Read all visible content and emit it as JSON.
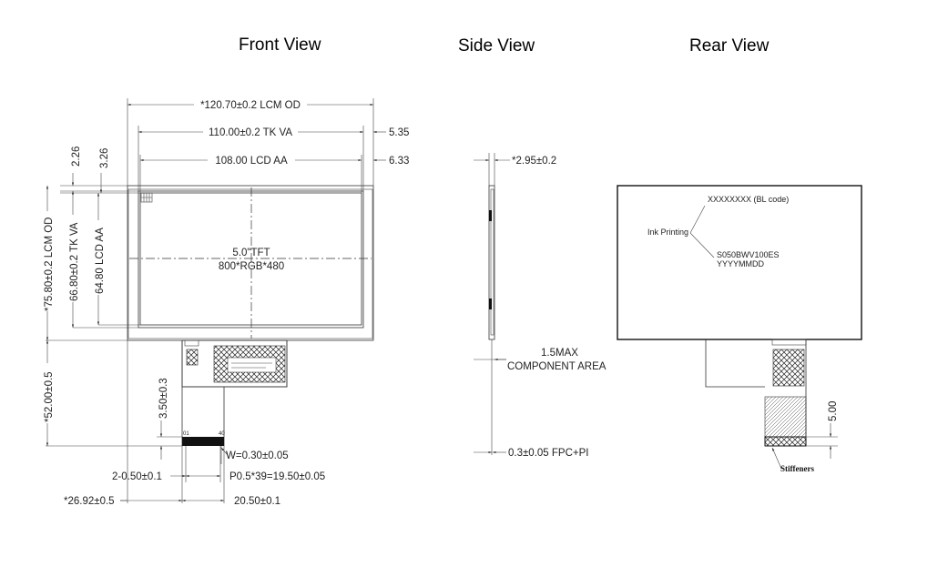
{
  "titles": {
    "front": "Front View",
    "side": "Side View",
    "rear": "Rear View"
  },
  "front": {
    "dim_lcm_od_w": "*120.70±0.2 LCM OD",
    "dim_tk_va_w": "110.00±0.2 TK VA",
    "dim_lcd_aa_w": "108.00 LCD AA",
    "dim_right_1": "5.35",
    "dim_right_2": "6.33",
    "dim_top_1": "2.26",
    "dim_top_2": "3.26",
    "dim_lcm_od_h": "*75.80±0.2 LCM OD",
    "dim_tk_va_h": "66.80±0.2 TK VA",
    "dim_lcd_aa_h": "64.80 LCD AA",
    "center_1": "5.0\"TFT",
    "center_2": "800*RGB*480",
    "dim_fpc_h": "*52.00±0.5",
    "dim_350": "3.50±0.3",
    "pin_1": "01",
    "pin_40": "40",
    "dim_w": "W=0.30±0.05",
    "dim_2050": "2-0.50±0.1",
    "dim_pitch": "P0.5*39=19.50±0.05",
    "dim_2692": "*26.92±0.5",
    "dim_2050b": "20.50±0.1"
  },
  "side": {
    "dim_thick": "*2.95±0.2",
    "dim_comp_1": "1.5MAX",
    "dim_comp_2": "COMPONENT AREA",
    "dim_fpc": "0.3±0.05 FPC+PI"
  },
  "rear": {
    "bl_code": "XXXXXXXX (BL code)",
    "ink": "Ink Printing",
    "model": "S050BWV100ES",
    "date": "YYYYMMDD",
    "dim_500": "5.00",
    "stiffeners": "Stiffeners"
  }
}
